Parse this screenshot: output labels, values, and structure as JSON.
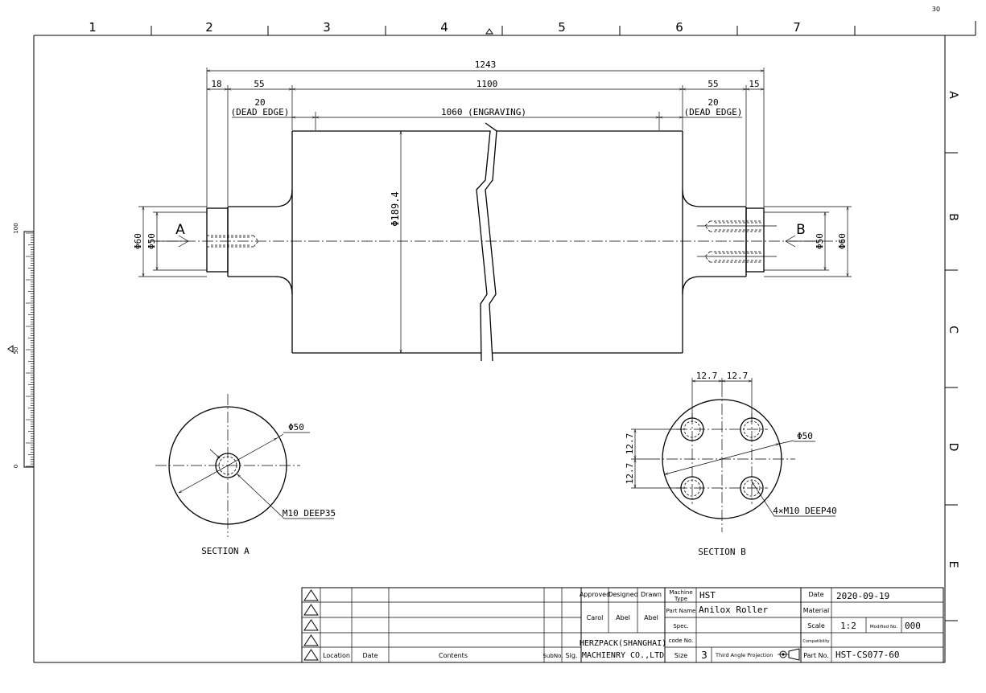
{
  "zones_top": [
    "1",
    "2",
    "3",
    "4",
    "5",
    "6",
    "7"
  ],
  "zones_right": [
    "A",
    "B",
    "C",
    "D",
    "E"
  ],
  "corner_label": "30",
  "scale_ruler": {
    "label_top": "100",
    "label_mid": "50",
    "label_bottom": "0"
  },
  "dims": {
    "overall": "1243",
    "left_shaft": "18",
    "left_neck": "55",
    "body": "1100",
    "right_neck": "55",
    "right_shaft": "15",
    "dead_edge_left_val": "20",
    "dead_edge_left_label": "(DEAD EDGE)",
    "dead_edge_right_val": "20",
    "dead_edge_right_label": "(DEAD EDGE)",
    "engraving": "1060 (ENGRAVING)",
    "body_dia": "Φ189.4",
    "left_d60": "Φ60",
    "left_d50": "Φ50",
    "right_d50": "Φ50",
    "right_d60": "Φ60"
  },
  "section_marks": {
    "a": "A",
    "b": "B"
  },
  "section_a": {
    "title": "SECTION A",
    "dia": "Φ50",
    "thread": "M10 DEEP35"
  },
  "section_b": {
    "title": "SECTION B",
    "dia": "Φ50",
    "thread": "4×M10 DEEP40",
    "h1": "12.7",
    "h2": "12.7",
    "v1": "12.7",
    "v2": "12.7"
  },
  "title_block": {
    "rev_headers": {
      "location": "Location",
      "date": "Date",
      "contents": "Contents",
      "subno": "SubNo.",
      "sig": "Sig."
    },
    "approved": "Approved",
    "designed": "Designed",
    "drawn": "Drawn",
    "designed_by": "Carol",
    "drawn_by_1": "Abel",
    "drawn_by_2": "Abel",
    "company_1": "HERZPACK(SHANGHAI)",
    "company_2": "MACHIENRY CO.,LTD",
    "machine_type_label_1": "Machine",
    "machine_type_label_2": "Type",
    "machine_type": "HST",
    "part_name_label": "Part Name",
    "part_name": "Anilox Roller",
    "spec_label": "Spec.",
    "code_label": "code No.",
    "size_label": "Size",
    "size": "3",
    "projection": "Third Angle Projection",
    "date_label": "Date",
    "date": "2020-09-19",
    "material_label": "Material",
    "scale_label": "Scale",
    "scale": "1:2",
    "modified_label": "Modified No.",
    "modified": "000",
    "compat_label": "Compatibility",
    "part_no_label": "Part No.",
    "part_no": "HST-CS077-60"
  }
}
